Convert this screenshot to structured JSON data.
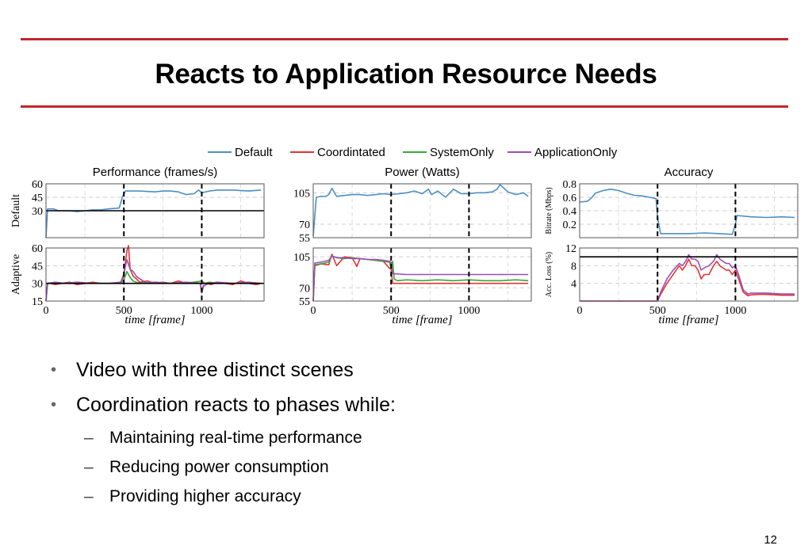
{
  "slide": {
    "title": "Reacts to Application Resource Needs",
    "page_number": "12",
    "accent_color": "#c0282d"
  },
  "bullets": [
    {
      "text": "Video with three distinct scenes",
      "level": 1
    },
    {
      "text": "Coordination reacts to phases while:",
      "level": 1
    },
    {
      "text": "Maintaining real-time performance",
      "level": 2
    },
    {
      "text": "Reducing power consumption",
      "level": 2
    },
    {
      "text": "Providing higher accuracy",
      "level": 2
    }
  ],
  "legend": [
    {
      "name": "Default",
      "color": "#4d8fc4"
    },
    {
      "name": "Coordintated",
      "color": "#e23434"
    },
    {
      "name": "SystemOnly",
      "color": "#3aa63a"
    },
    {
      "name": "ApplicationOnly",
      "color": "#9a4fb3"
    }
  ],
  "chart_data": [
    {
      "type": "line",
      "title": "Performance (frames/s)",
      "ylabel": "Default",
      "xlim": [
        0,
        1400
      ],
      "ylim": [
        0,
        60
      ],
      "yticks": [
        30,
        45,
        60
      ],
      "xticks": [],
      "xlabel": "",
      "phase_lines": [
        500,
        1000
      ],
      "reference_line": 30,
      "series": [
        {
          "name": "Default",
          "x": [
            0,
            10,
            50,
            80,
            100,
            150,
            200,
            250,
            300,
            350,
            400,
            470,
            490,
            510,
            600,
            700,
            750,
            800,
            850,
            900,
            950,
            980,
            1000,
            1050,
            1100,
            1200,
            1300,
            1380
          ],
          "y": [
            0,
            32,
            32,
            30,
            30,
            30,
            29,
            30,
            31,
            31,
            32,
            33,
            45,
            52,
            52,
            51,
            52,
            52,
            51,
            48,
            49,
            53,
            50,
            52,
            53,
            53,
            52,
            53
          ]
        }
      ]
    },
    {
      "type": "line",
      "title": "Power (Watts)",
      "ylabel": "",
      "xlim": [
        0,
        1400
      ],
      "ylim": [
        55,
        115
      ],
      "yticks": [
        55,
        70,
        105
      ],
      "xticks": [],
      "xlabel": "",
      "phase_lines": [
        500,
        1000
      ],
      "series": [
        {
          "name": "Default",
          "x": [
            0,
            20,
            50,
            80,
            100,
            120,
            150,
            200,
            250,
            300,
            350,
            400,
            450,
            500,
            550,
            600,
            650,
            700,
            740,
            760,
            800,
            850,
            900,
            950,
            1000,
            1050,
            1100,
            1150,
            1180,
            1200,
            1250,
            1300,
            1350,
            1380
          ],
          "y": [
            57,
            100,
            101,
            101,
            103,
            110,
            101,
            102,
            103,
            103,
            102,
            103,
            104,
            103,
            104,
            105,
            107,
            104,
            109,
            103,
            107,
            100,
            109,
            104,
            104,
            105,
            105,
            106,
            109,
            114,
            106,
            103,
            105,
            101
          ]
        }
      ]
    },
    {
      "type": "line",
      "title": "Accuracy",
      "ylabel": "Bitrate (Mbps)",
      "xlim": [
        0,
        1400
      ],
      "ylim": [
        0,
        0.8
      ],
      "yticks": [
        0.2,
        0.4,
        0.6,
        0.8
      ],
      "xticks": [],
      "xlabel": "",
      "phase_lines": [
        500,
        1000
      ],
      "series": [
        {
          "name": "Default",
          "x": [
            0,
            50,
            80,
            100,
            150,
            200,
            250,
            300,
            350,
            400,
            450,
            490,
            500,
            520,
            600,
            700,
            800,
            900,
            980,
            1000,
            1010,
            1100,
            1200,
            1300,
            1380
          ],
          "y": [
            0.53,
            0.54,
            0.6,
            0.66,
            0.7,
            0.72,
            0.7,
            0.66,
            0.63,
            0.62,
            0.6,
            0.58,
            0.3,
            0.06,
            0.06,
            0.06,
            0.07,
            0.06,
            0.05,
            0.2,
            0.33,
            0.31,
            0.3,
            0.31,
            0.3
          ]
        }
      ]
    },
    {
      "type": "line",
      "title": "",
      "ylabel": "Adaptive",
      "xlim": [
        0,
        1400
      ],
      "ylim": [
        15,
        60
      ],
      "yticks": [
        15,
        30,
        45,
        60
      ],
      "xticks": [
        0,
        500,
        1000
      ],
      "xlabel": "time [frame]",
      "phase_lines": [
        500,
        1000
      ],
      "reference_line": 30,
      "series": [
        {
          "name": "Coordintated",
          "x": [
            0,
            10,
            30,
            60,
            100,
            150,
            200,
            250,
            300,
            350,
            400,
            450,
            480,
            500,
            510,
            520,
            530,
            540,
            560,
            580,
            600,
            650,
            700,
            750,
            800,
            850,
            900,
            950,
            990,
            1000,
            1010,
            1030,
            1060,
            1100,
            1150,
            1200,
            1250,
            1300,
            1350,
            1380
          ],
          "y": [
            15,
            30,
            30,
            29,
            30,
            31,
            29,
            30,
            31,
            30,
            30,
            30,
            31,
            38,
            48,
            58,
            62,
            42,
            36,
            34,
            31,
            32,
            30,
            31,
            30,
            32,
            30,
            31,
            30,
            22,
            27,
            30,
            29,
            31,
            30,
            29,
            32,
            30,
            29,
            30
          ]
        },
        {
          "name": "SystemOnly",
          "x": [
            0,
            10,
            60,
            120,
            200,
            300,
            400,
            480,
            500,
            520,
            540,
            560,
            600,
            700,
            800,
            900,
            1000,
            1020,
            1050,
            1100,
            1200,
            1300,
            1380
          ],
          "y": [
            15,
            30,
            30,
            30,
            30,
            30,
            30,
            30,
            33,
            40,
            35,
            32,
            30,
            31,
            30,
            30,
            32,
            30,
            31,
            30,
            30,
            30,
            30
          ]
        },
        {
          "name": "ApplicationOnly",
          "x": [
            0,
            10,
            60,
            120,
            200,
            300,
            400,
            480,
            500,
            510,
            520,
            540,
            560,
            580,
            600,
            650,
            700,
            800,
            900,
            990,
            1000,
            1010,
            1050,
            1100,
            1200,
            1300,
            1380
          ],
          "y": [
            15,
            30,
            31,
            30,
            31,
            30,
            30,
            31,
            36,
            45,
            50,
            42,
            40,
            36,
            34,
            30,
            31,
            30,
            31,
            30,
            22,
            28,
            30,
            31,
            30,
            31,
            30
          ]
        }
      ]
    },
    {
      "type": "line",
      "title": "",
      "ylabel": "",
      "xlim": [
        0,
        1400
      ],
      "ylim": [
        55,
        115
      ],
      "yticks": [
        55,
        70,
        105
      ],
      "xticks": [
        0,
        500,
        1000
      ],
      "xlabel": "time [frame]",
      "phase_lines": [
        500,
        1000
      ],
      "series": [
        {
          "name": "Coordintated",
          "x": [
            0,
            10,
            50,
            100,
            120,
            150,
            200,
            250,
            280,
            300,
            350,
            400,
            450,
            490,
            500,
            510,
            600,
            700,
            800,
            900,
            1000,
            1100,
            1200,
            1300,
            1380
          ],
          "y": [
            55,
            95,
            97,
            96,
            108,
            95,
            105,
            104,
            94,
            103,
            102,
            101,
            100,
            92,
            91,
            75,
            75,
            75,
            75,
            75,
            75,
            75,
            75,
            75,
            75
          ]
        },
        {
          "name": "SystemOnly",
          "x": [
            0,
            10,
            50,
            100,
            120,
            150,
            200,
            250,
            300,
            350,
            400,
            450,
            490,
            500,
            510,
            520,
            540,
            600,
            700,
            800,
            900,
            1000,
            1100,
            1200,
            1300,
            1380
          ],
          "y": [
            55,
            96,
            97,
            99,
            106,
            104,
            103,
            104,
            103,
            102,
            101,
            100,
            99,
            92,
            100,
            80,
            78,
            79,
            78,
            79,
            78,
            79,
            78,
            78,
            79,
            78
          ]
        },
        {
          "name": "ApplicationOnly",
          "x": [
            0,
            10,
            50,
            100,
            120,
            150,
            200,
            250,
            300,
            350,
            400,
            450,
            490,
            500,
            510,
            600,
            700,
            800,
            900,
            1000,
            1100,
            1200,
            1300,
            1380
          ],
          "y": [
            55,
            98,
            99,
            101,
            106,
            104,
            104,
            103,
            103,
            102,
            102,
            101,
            100,
            99,
            86,
            85,
            85,
            85,
            85,
            85,
            85,
            85,
            85,
            85
          ]
        }
      ]
    },
    {
      "type": "line",
      "title": "",
      "ylabel": "Acc. Loss (%)",
      "xlim": [
        0,
        1400
      ],
      "ylim": [
        0,
        12
      ],
      "yticks": [
        4,
        8,
        12
      ],
      "xticks": [
        0,
        500,
        1000
      ],
      "xlabel": "time [frame]",
      "phase_lines": [
        500,
        1000
      ],
      "reference_line": 10,
      "series": [
        {
          "name": "Coordintated",
          "x": [
            0,
            490,
            500,
            520,
            560,
            600,
            640,
            660,
            680,
            700,
            720,
            740,
            760,
            780,
            800,
            830,
            860,
            880,
            900,
            920,
            940,
            960,
            980,
            1000,
            1020,
            1050,
            1080,
            1100,
            1150,
            1200,
            1300,
            1380
          ],
          "y": [
            0,
            0,
            0,
            1.5,
            4,
            6,
            8,
            7,
            8,
            9.5,
            8,
            8,
            7,
            5,
            6,
            6,
            8,
            9,
            8,
            7.5,
            7,
            7,
            6,
            7,
            5,
            2,
            1.2,
            1.4,
            1.5,
            1.5,
            1.3,
            1.3
          ]
        },
        {
          "name": "ApplicationOnly",
          "x": [
            0,
            490,
            500,
            520,
            560,
            600,
            640,
            660,
            680,
            700,
            720,
            740,
            760,
            780,
            800,
            830,
            860,
            880,
            900,
            920,
            940,
            960,
            980,
            1000,
            1020,
            1050,
            1080,
            1100,
            1150,
            1200,
            1300,
            1380
          ],
          "y": [
            0,
            0,
            0,
            2,
            5,
            7,
            8.5,
            8,
            9,
            10.5,
            9.5,
            9.5,
            9,
            7,
            7.5,
            8,
            9,
            10.5,
            9.5,
            9,
            8.5,
            8.5,
            7.5,
            8,
            6,
            2.5,
            1.6,
            1.8,
            1.8,
            1.8,
            1.6,
            1.6
          ]
        }
      ]
    }
  ]
}
